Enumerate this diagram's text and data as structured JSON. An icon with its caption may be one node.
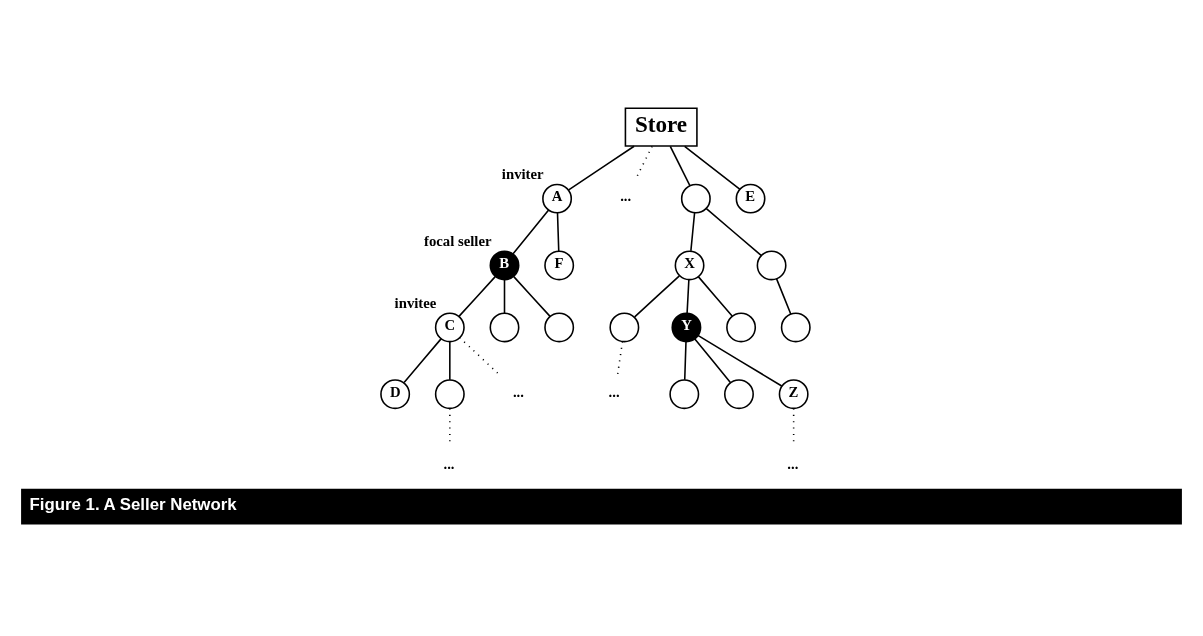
{
  "diagram": {
    "caption": "Figure 1. A Seller Network",
    "nodes": [
      {
        "text": [
          "Store"
        ]
      },
      {
        "text": [
          "A"
        ],
        "beside": [
          "inviter"
        ]
      },
      {
        "text": [
          "..."
        ]
      },
      {
        "text": [],
        "shape": "circle"
      },
      {
        "text": [
          "E"
        ]
      },
      {
        "text": [
          "B"
        ],
        "beside": [
          "focal seller"
        ]
      },
      {
        "text": [
          "F"
        ]
      },
      {
        "text": [
          "X"
        ]
      },
      {
        "text": [],
        "shape": "circle"
      },
      {
        "text": [
          "C"
        ],
        "beside": [
          "invitee"
        ]
      },
      {
        "text": [],
        "shape": "circle"
      },
      {
        "text": [],
        "shape": "circle"
      },
      {
        "text": [],
        "shape": "circle"
      },
      {
        "text": [
          "Y"
        ]
      },
      {
        "text": [],
        "shape": "circle"
      },
      {
        "text": [],
        "shape": "circle"
      },
      {
        "text": [
          "D"
        ]
      },
      {
        "text": [],
        "shape": "circle"
      },
      {
        "text": [
          "..."
        ]
      },
      {
        "text": [
          "..."
        ]
      },
      {
        "text": [],
        "shape": "circle"
      },
      {
        "text": [],
        "shape": "circle"
      },
      {
        "text": [
          "Z"
        ]
      },
      {
        "text": [
          "..."
        ]
      },
      {
        "text": [
          "..."
        ]
      }
    ],
    "edges": [
      {
        "from": 0,
        "to": 1,
        "arrow": "none"
      },
      {
        "from": 0,
        "to": 2,
        "arrow": "none",
        "style": "dashed"
      },
      {
        "from": 0,
        "to": 3,
        "arrow": "none"
      },
      {
        "from": 0,
        "to": 4,
        "arrow": "none"
      },
      {
        "from": 1,
        "to": 5,
        "arrow": "none"
      },
      {
        "from": 1,
        "to": 6,
        "arrow": "none"
      },
      {
        "from": 3,
        "to": 7,
        "arrow": "none"
      },
      {
        "from": 3,
        "to": 8,
        "arrow": "none"
      },
      {
        "from": 5,
        "to": 9,
        "arrow": "none"
      },
      {
        "from": 5,
        "to": 10,
        "arrow": "none"
      },
      {
        "from": 5,
        "to": 11,
        "arrow": "none"
      },
      {
        "from": 7,
        "to": 12,
        "arrow": "none"
      },
      {
        "from": 7,
        "to": 13,
        "arrow": "none"
      },
      {
        "from": 7,
        "to": 14,
        "arrow": "none"
      },
      {
        "from": 8,
        "to": 15,
        "arrow": "none"
      },
      {
        "from": 9,
        "to": 16,
        "arrow": "none"
      },
      {
        "from": 9,
        "to": 17,
        "arrow": "none"
      },
      {
        "from": 9,
        "to": 18,
        "arrow": "none",
        "style": "dashed"
      },
      {
        "from": 12,
        "to": 19,
        "arrow": "none",
        "style": "dashed"
      },
      {
        "from": 13,
        "to": 20,
        "arrow": "none"
      },
      {
        "from": 13,
        "to": 21,
        "arrow": "none"
      },
      {
        "from": 13,
        "to": 22,
        "arrow": "none"
      },
      {
        "from": 17,
        "to": 23,
        "arrow": "none",
        "style": "dashed"
      },
      {
        "from": 22,
        "to": 24,
        "arrow": "none",
        "style": "dashed"
      }
    ]
  }
}
